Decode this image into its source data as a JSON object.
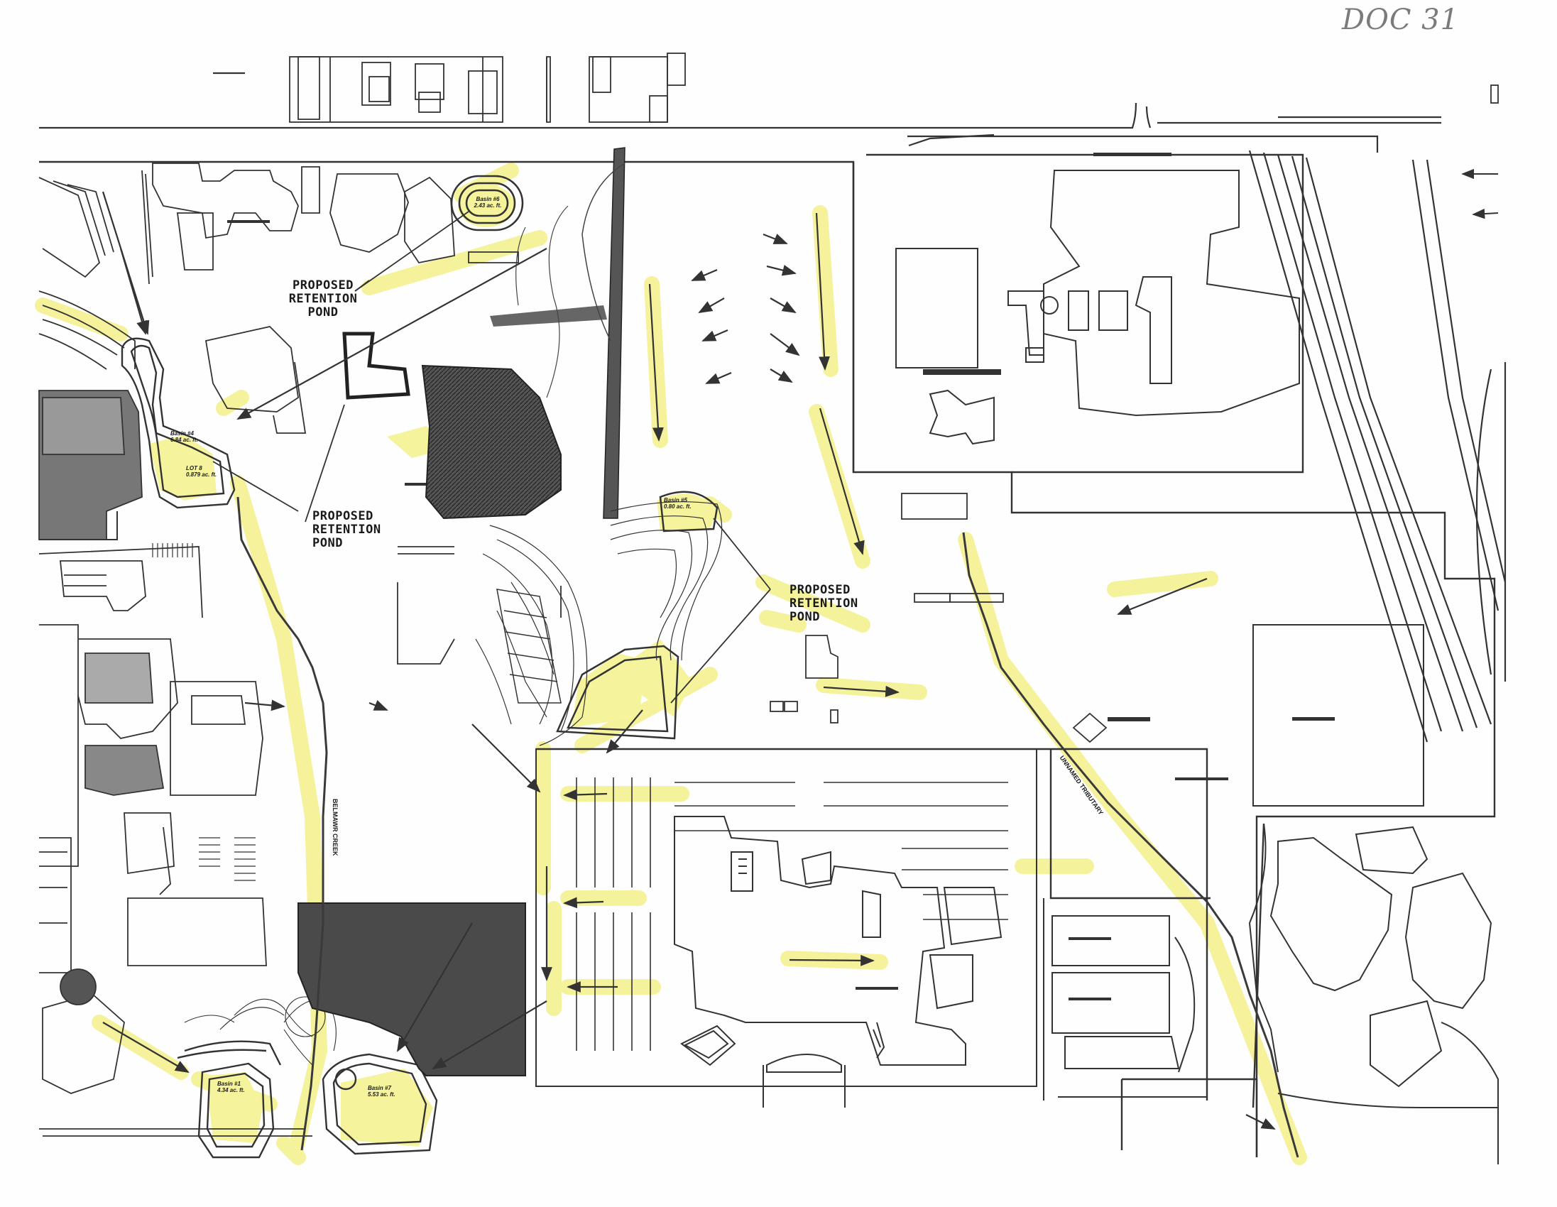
{
  "annotation": "DOC 31",
  "ponds": {
    "label_line1": "PROPOSED",
    "label_line2": "RETENTION",
    "label_line3": "POND"
  },
  "basins": [
    {
      "name": "Basin #6",
      "area": "2.43 ac. ft."
    },
    {
      "name": "Basin #4",
      "area": "6.84 ac. ft."
    },
    {
      "name": "LOT 8",
      "area": "0.879 ac. ft."
    },
    {
      "name": "Basin #5",
      "area": "0.80 ac. ft."
    },
    {
      "name": "Basin #1",
      "area": "4.34 ac. ft."
    },
    {
      "name": "Basin #7",
      "area": "5.53 ac. ft."
    }
  ],
  "streams": {
    "creek": "BELMAWR CREEK",
    "tributary": "UNNAMED TRIBUTARY"
  },
  "highlight_color": "#f3f08a",
  "line_color": "#3a3a3a"
}
